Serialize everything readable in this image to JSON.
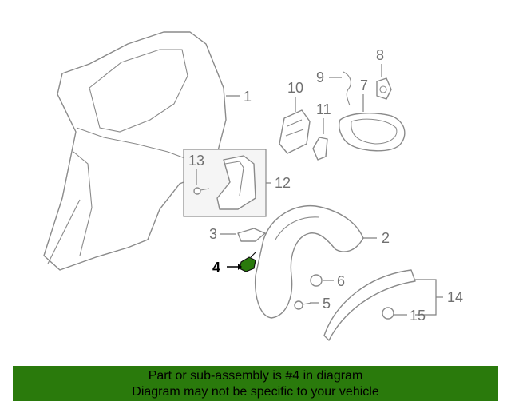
{
  "diagram": {
    "callouts": [
      {
        "id": "1",
        "text": "1"
      },
      {
        "id": "2",
        "text": "2"
      },
      {
        "id": "3",
        "text": "3"
      },
      {
        "id": "4",
        "text": "4"
      },
      {
        "id": "5",
        "text": "5"
      },
      {
        "id": "6",
        "text": "6"
      },
      {
        "id": "7",
        "text": "7"
      },
      {
        "id": "8",
        "text": "8"
      },
      {
        "id": "9",
        "text": "9"
      },
      {
        "id": "10",
        "text": "10"
      },
      {
        "id": "11",
        "text": "11"
      },
      {
        "id": "12",
        "text": "12"
      },
      {
        "id": "13",
        "text": "13"
      },
      {
        "id": "14",
        "text": "14"
      },
      {
        "id": "15",
        "text": "15"
      }
    ],
    "highlighted_part": "4",
    "highlight_color": "#2a7a0c"
  },
  "footer": {
    "line1": "Part or sub-assembly is #4 in diagram",
    "line2": "Diagram may not be specific to your vehicle",
    "background": "#2a7a0c"
  }
}
